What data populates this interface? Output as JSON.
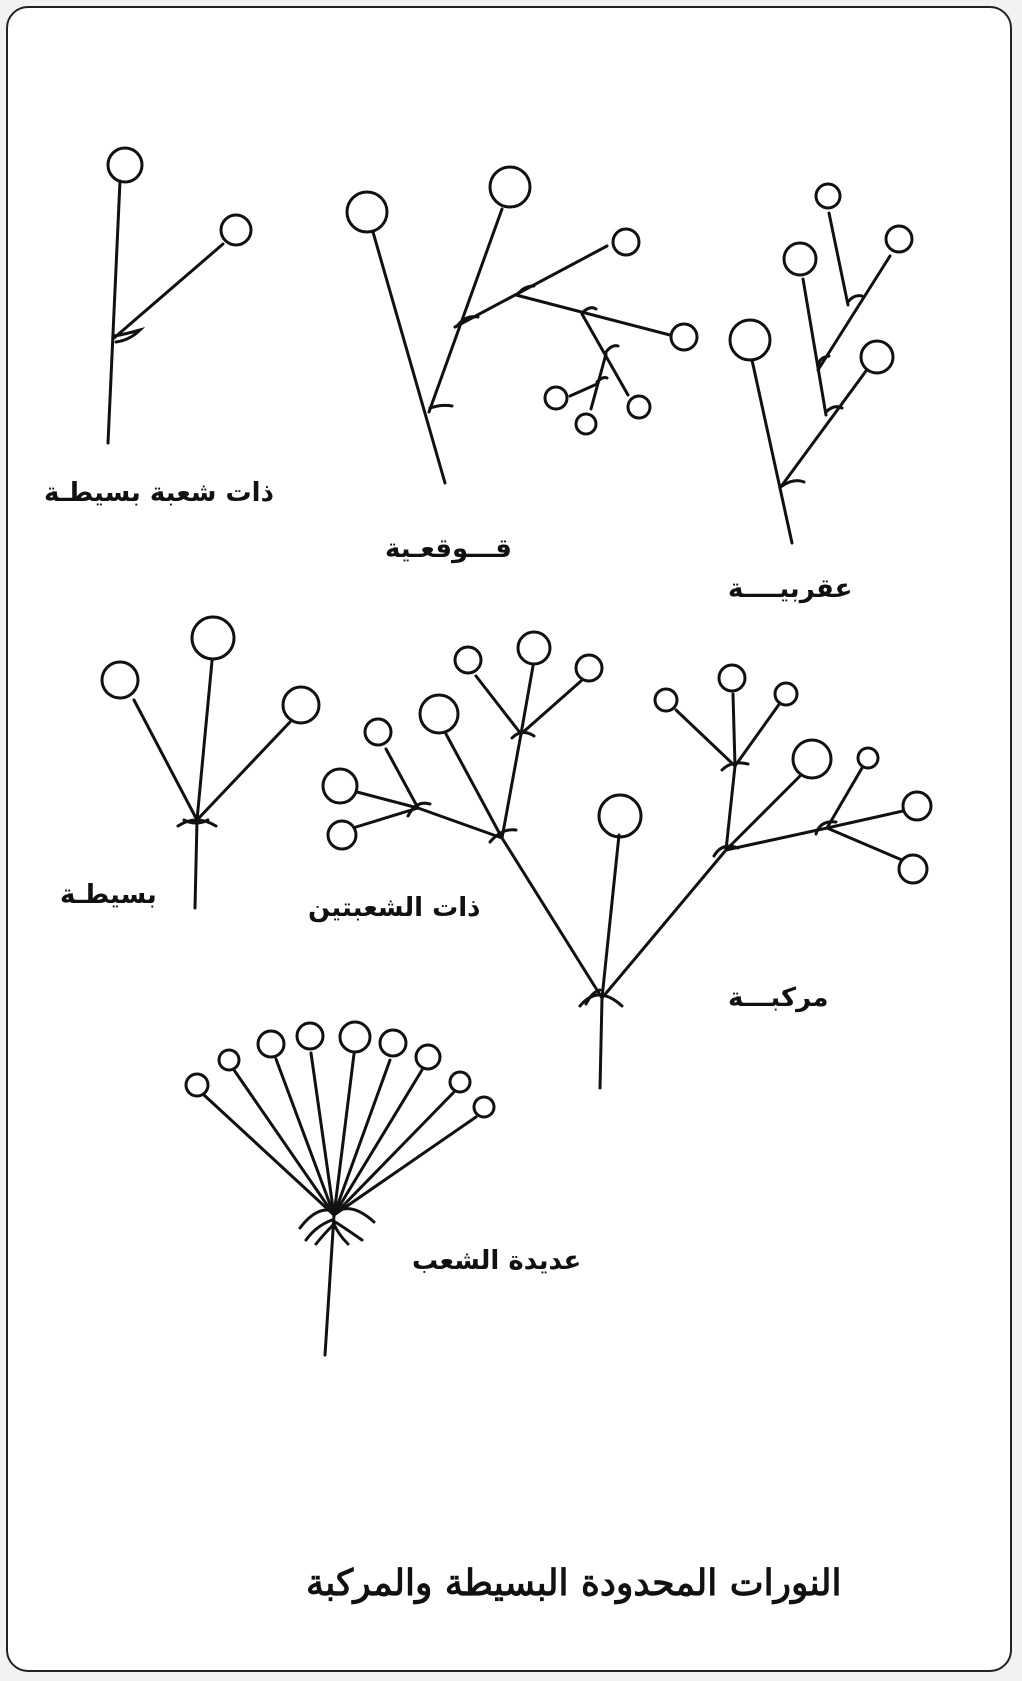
{
  "labels": {
    "single_branch": "ذات شعبة بسيطـة",
    "helicoid": "قـــوقعـية",
    "scorpioid": "عقربيــــة",
    "simple": "بسيطـة",
    "dichasium": "ذات الشعبتين",
    "compound": "مركبـــة",
    "pleiochasium": "عديدة الشعب"
  },
  "caption": "النورات المحدودة البسيطة والمركبة"
}
